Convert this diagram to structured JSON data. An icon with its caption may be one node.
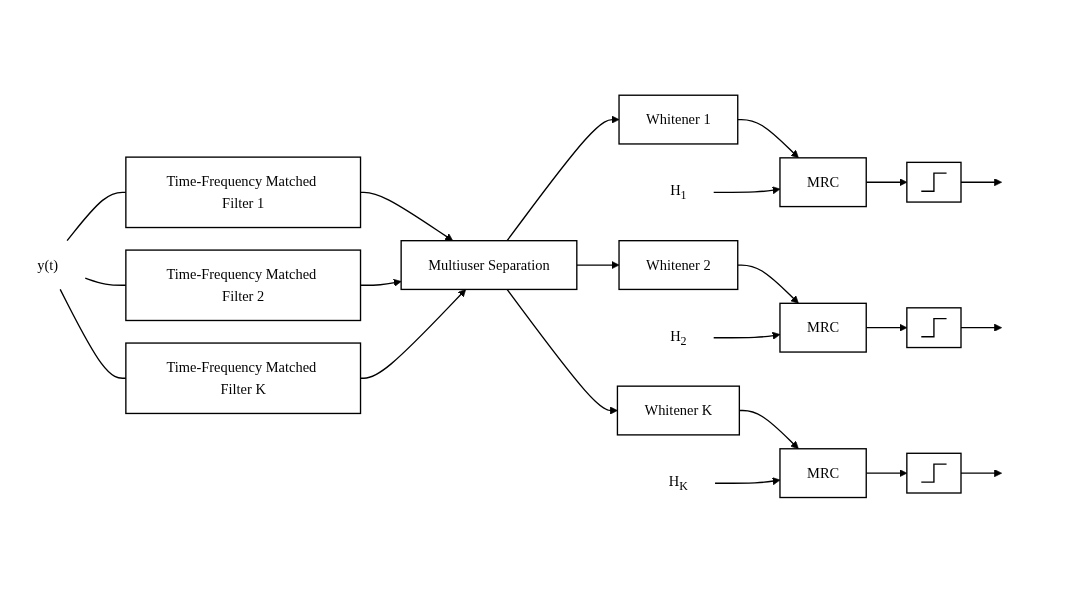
{
  "diagram": {
    "nodes": [
      {
        "text": [
          "y(t)"
        ]
      },
      {
        "text": [
          "Time-Frequency Matched Filter 1"
        ]
      },
      {
        "text": [
          "Time-Frequency Matched Filter 2"
        ]
      },
      {
        "text": [
          "Time-Frequency Matched Filter K"
        ]
      },
      {
        "text": [
          "Multiuser Separation"
        ]
      },
      {
        "text": [
          "Whitener 1"
        ]
      },
      {
        "text": [
          "Whitener 2"
        ]
      },
      {
        "text": [
          "Whitener K"
        ]
      },
      {
        "text": [
          "H$_{1}$"
        ]
      },
      {
        "text": [
          "MRC"
        ]
      },
      {
        "text": [
          "H$_{2}$"
        ]
      },
      {
        "text": [
          "MRC"
        ]
      },
      {
        "text": [
          "H$_{K}$"
        ]
      },
      {
        "text": [
          "MRC"
        ]
      },
      {
        "text": [],
        "shape": "box"
      },
      {
        "text": [],
        "shape": "box"
      },
      {
        "text": [],
        "shape": "box"
      }
    ],
    "edges": [
      {
        "from": 0,
        "to": 1,
        "arrow": "none"
      },
      {
        "from": 0,
        "to": 2,
        "arrow": "none"
      },
      {
        "from": 0,
        "to": 3,
        "arrow": "none"
      },
      {
        "from": 1,
        "to": 4,
        "arrow": "to"
      },
      {
        "from": 2,
        "to": 4,
        "arrow": "to"
      },
      {
        "from": 3,
        "to": 4,
        "arrow": "to"
      },
      {
        "from": 4,
        "to": 5,
        "arrow": "to"
      },
      {
        "from": 4,
        "to": 6,
        "arrow": "to"
      },
      {
        "from": 4,
        "to": 7,
        "arrow": "to"
      },
      {
        "from": 5,
        "to": 9,
        "arrow": "to"
      },
      {
        "from": 8,
        "to": 9,
        "arrow": "to"
      },
      {
        "from": 6,
        "to": 11,
        "arrow": "to"
      },
      {
        "from": 10,
        "to": 11,
        "arrow": "to"
      },
      {
        "from": 7,
        "to": 13,
        "arrow": "to"
      },
      {
        "from": 12,
        "to": 13,
        "arrow": "to"
      },
      {
        "from": 9,
        "to": 14,
        "arrow": "to"
      },
      {
        "from": 11,
        "to": 15,
        "arrow": "to"
      },
      {
        "from": 13,
        "to": 16,
        "arrow": "to"
      },
      {
        "from": 14,
        "to": null,
        "arrow": "to"
      },
      {
        "from": 15,
        "to": null,
        "arrow": "to"
      },
      {
        "from": 16,
        "to": null,
        "arrow": "to"
      }
    ]
  }
}
